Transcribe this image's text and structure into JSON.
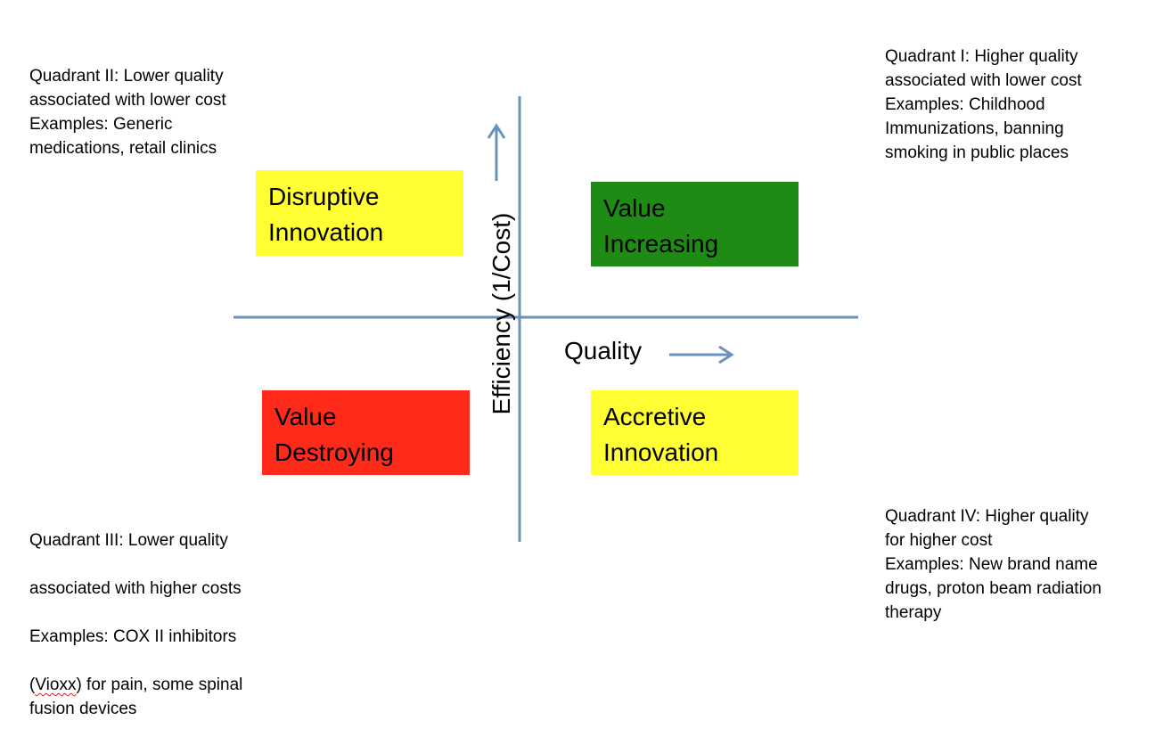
{
  "quadrants": {
    "q2_note": "Quadrant II: Lower quality\nassociated with lower cost\nExamples: Generic\nmedications, retail clinics",
    "q1_note": "Quadrant I: Higher quality\nassociated with lower cost\nExamples: Childhood\nImmunizations, banning\nsmoking in public places",
    "q3_note_lines": [
      "Quadrant III: Lower quality",
      "associated with higher costs",
      "Examples: COX II inhibitors"
    ],
    "q3_note_vioxx": "Vioxx",
    "q3_note_rest": ") for pain,  some spinal\nfusion devices",
    "q4_note": "Quadrant IV: Higher quality\nfor higher cost\nExamples: New brand name\ndrugs, proton beam radiation\ntherapy"
  },
  "boxes": {
    "disruptive": {
      "label": "Disruptive\nInnovation",
      "color": "#ffff33"
    },
    "value_increasing": {
      "label": "Value\nIncreasing",
      "color": "#1e8c14"
    },
    "value_destroying": {
      "label": "Value\nDestroying",
      "color": "#ff2a1a"
    },
    "accretive": {
      "label": "Accretive\nInnovation",
      "color": "#ffff33"
    }
  },
  "axes": {
    "y_label": "Efficiency (1/Cost)",
    "x_label": "Quality",
    "color": "#6b92bd"
  }
}
